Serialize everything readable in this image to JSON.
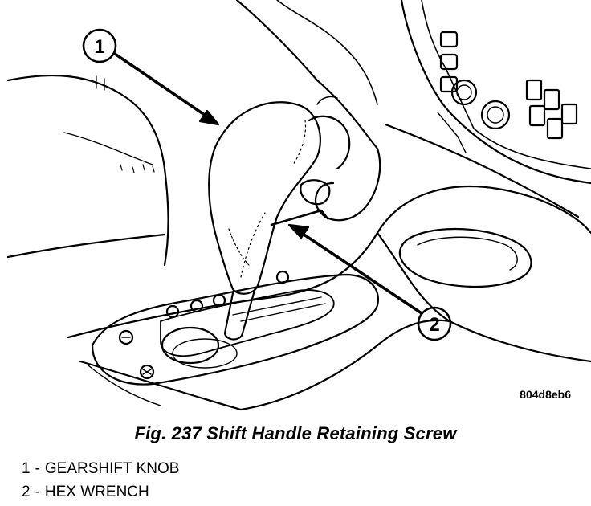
{
  "figure": {
    "caption": "Fig. 237 Shift Handle Retaining Screw",
    "image_code": "804d8eb6",
    "callouts": [
      {
        "number": "1",
        "label": "GEARSHIFT KNOB"
      },
      {
        "number": "2",
        "label": "HEX WRENCH"
      }
    ]
  }
}
